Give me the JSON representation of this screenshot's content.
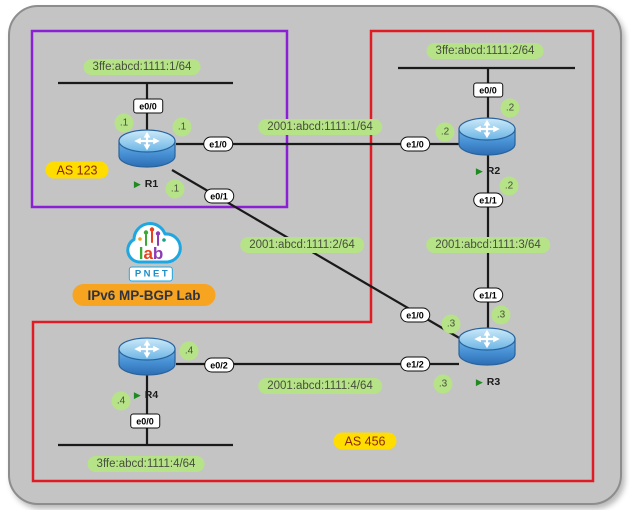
{
  "title_badge": {
    "text": "IPv6 MP-BGP Lab"
  },
  "logo": {
    "brand": "PNET",
    "letters": [
      "l",
      "a",
      "b"
    ]
  },
  "icons": {
    "node_status": "▶"
  },
  "as_boundaries": {
    "as123": {
      "label": "AS 123",
      "border_color": "#8b1fd6"
    },
    "as456": {
      "label": "AS 456",
      "border_color": "#e01b24"
    }
  },
  "nodes": {
    "r1": {
      "name": "R1"
    },
    "r2": {
      "name": "R2"
    },
    "r3": {
      "name": "R3"
    },
    "r4": {
      "name": "R4"
    }
  },
  "lans": {
    "r1": {
      "network": "3ffe:abcd:1111:1/64",
      "iface": "e0/0",
      "addr": ".1"
    },
    "r2": {
      "network": "3ffe:abcd:1111:2/64",
      "iface": "e0/0",
      "addr": ".2"
    },
    "r4": {
      "network": "3ffe:abcd:1111:4/64",
      "iface": "e0/0",
      "addr": ".4"
    }
  },
  "links": {
    "r1_r2": {
      "network": "2001:abcd:1111:1/64",
      "iface_a": "e1/0",
      "addr_a": ".1",
      "iface_b": "e1/0",
      "addr_b": ".2"
    },
    "r1_r3": {
      "network": "2001:abcd:1111:2/64",
      "iface_a": "e0/1",
      "addr_a": ".1",
      "iface_b": "e1/0",
      "addr_b": ".3"
    },
    "r2_r3": {
      "network": "2001:abcd:1111:3/64",
      "iface_a": "e1/1",
      "addr_a": ".2",
      "iface_b": "e1/1",
      "addr_b": ".3"
    },
    "r4_r3": {
      "network": "2001:abcd:1111:4/64",
      "iface_a": "e0/2",
      "addr_a": ".4",
      "iface_b": "e1/2",
      "addr_b": ".3"
    }
  },
  "colors": {
    "canvas_bg": "#c4c4c4",
    "network_label_bg": "#b6e388",
    "as_label_bg": "#ffdd00",
    "title_badge_bg": "#f7a421",
    "link_line": "#1a1a1a",
    "router_blue": "#3b82c6",
    "logo_cloud": "#1ea7e0"
  }
}
